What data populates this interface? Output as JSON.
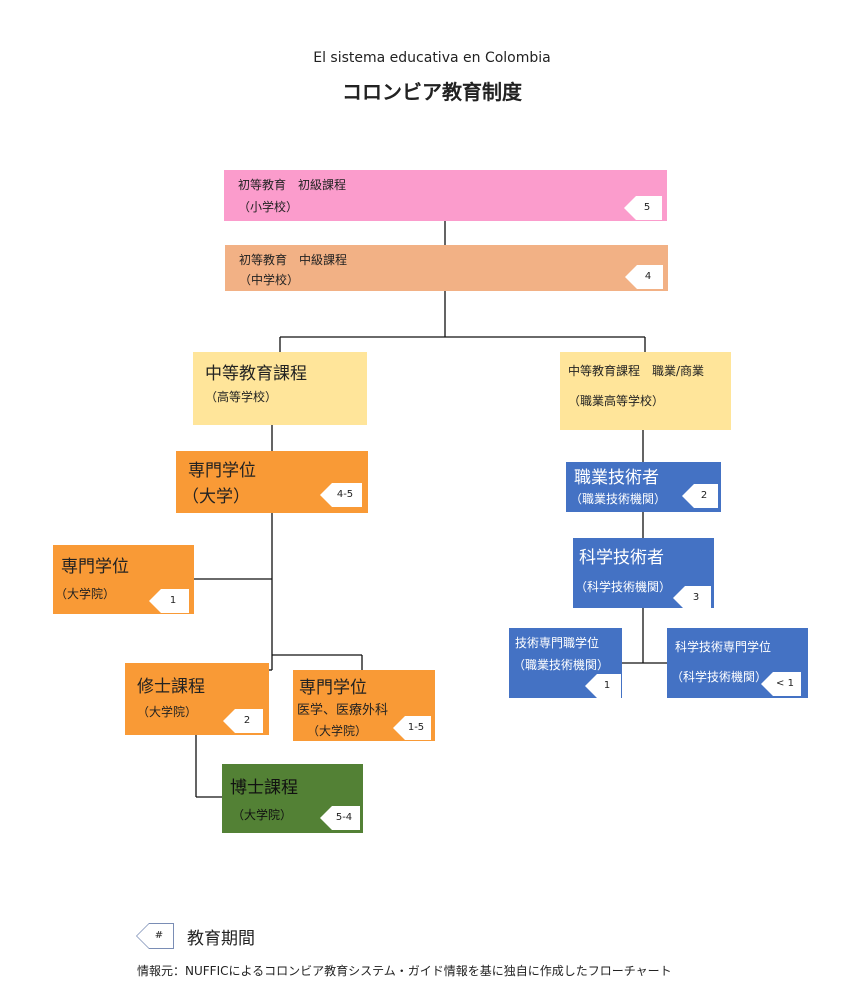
{
  "title_es": "El sistema educativa en Colombia",
  "title_ja": "コロンビア教育制度",
  "boxes": {
    "primary_elem": {
      "line1": "初等教育　初級課程",
      "line2": "（小学校）",
      "years": "5"
    },
    "primary_mid": {
      "line1": "初等教育　中級課程",
      "line2": "（中学校）",
      "years": "4"
    },
    "secondary_academic": {
      "line1": "中等教育課程",
      "line2": "（高等学校）"
    },
    "secondary_vocational": {
      "line1": "中等教育課程　職業/商業",
      "line2": "（職業高等学校）"
    },
    "univ_bachelor": {
      "line1": "専門学位",
      "line2": "（大学）",
      "years": "4-5"
    },
    "grad_specialist": {
      "line1": "専門学位",
      "line2": "（大学院）",
      "years": "1"
    },
    "masters": {
      "line1": "修士課程",
      "line2": "（大学院）",
      "years": "2"
    },
    "medical_specialist": {
      "line1": "専門学位",
      "line2": "医学、医療外科",
      "line3": "（大学院）",
      "years": "1-5"
    },
    "doctorate": {
      "line1": "博士課程",
      "line2": "（大学院）",
      "years": "5-4"
    },
    "tech_professional": {
      "line1": "職業技術者",
      "line2": "（職業技術機関）",
      "years": "2"
    },
    "sci_technician": {
      "line1": "科学技術者",
      "line2": "（科学技術機関）",
      "years": "3"
    },
    "tech_specialist": {
      "line1": "技術専門職学位",
      "line2": "（職業技術機関）",
      "years": "1"
    },
    "sci_tech_specialist": {
      "line1": "科学技術専門学位",
      "line2": "（科学技術機関）",
      "years": "< 1"
    }
  },
  "legend": {
    "symbol": "#",
    "label": "教育期間"
  },
  "source": "情報元：NUFFICによるコロンビア教育システム・ガイド情報を基に独自に作成したフローチャート",
  "colors": {
    "primary_elem": "#fb9ccc",
    "primary_mid": "#f2b185",
    "secondary": "#ffe59a",
    "university": "#f99a36",
    "technical": "#4472c4",
    "doctorate": "#538135"
  }
}
